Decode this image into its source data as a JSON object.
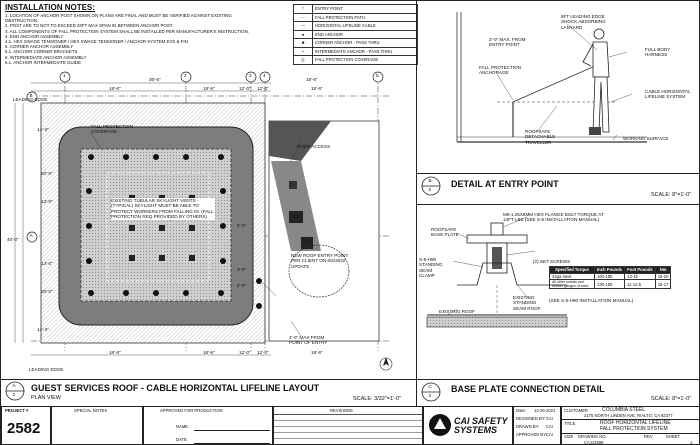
{
  "installation_notes": {
    "title": "INSTALLATION NOTES:",
    "items": [
      "1.   LOCATION OF ANCHOR POST SHOWN ON PLANS ARE FINAL AND MUST BE VERIFIED AGAINST EXISTING",
      "      OBSTRUCTION.",
      "2.   POST ARE TO NOT TO EXCEED 33FT MAX SPAN IN BETWEEN ANCHOR POST.",
      "3.   ALL COMPONENTS OF FALL PROTECTION SYSTEM SHALL BE INSTALLED PER MANUFACTURER'S INSTRUCTION.",
      "4.   END ANCHOR ASSEMBLY",
      "4.1.    HEX SWAGE TENSIONER / HEX SWAGE TENSIONER / ANCHOR SYSTEM EYE & FIN",
      "5.   CORNER ANCHOR ASSEMBLY",
      "5.1.      ANCHOR CORNER BRACKETS",
      "6.   INTERMEDIATE ANCHOR ASSEMBLY",
      "6.1.      ANCHOR INTERMEDIATE GUIDE"
    ]
  },
  "legend": {
    "entries": [
      {
        "symbol": "*",
        "label": "ENTRY POINT"
      },
      {
        "symbol": "- - -",
        "label": "FALL PROTECTION PATH"
      },
      {
        "symbol": "—",
        "label": "HORIZONTAL LIFELINE CABLE"
      },
      {
        "symbol": "●",
        "label": "END ANCHOR"
      },
      {
        "symbol": "■",
        "label": "CORNER ANCHOR - PASS THRU"
      },
      {
        "symbol": "▪",
        "label": "INTERMEDIATE ANCHOR - PASS THRU"
      },
      {
        "symbol": "▒",
        "label": "FALL PROTECTION COVERAGE"
      }
    ]
  },
  "plan": {
    "grid_top": [
      "1",
      "2",
      "3",
      "4",
      "5"
    ],
    "grid_left": [
      "A",
      "B"
    ],
    "dims_top_row1": [
      "36'-6\"",
      "18'-6\""
    ],
    "dims_top_row2": [
      "18'-6\"",
      "18'-6\"",
      "12'-0\"",
      "12'-0\"",
      "18'-6\""
    ],
    "dims_bottom": [
      "18'-6\"",
      "18'-6\"",
      "12'-0\"",
      "12'-0\"",
      "18'-6\""
    ],
    "dims_left": [
      "14'-3\"",
      "20'-0\"",
      "13'-0\"",
      "13'-0\"",
      "20'-0\"",
      "14'-3\""
    ],
    "overall_left": "40'-0\"",
    "leading_edge_top": "LEADING EDGE",
    "leading_edge_bottom": "LEADING EDGE",
    "coverage_label": "FALL PROTECTION COVERAGE",
    "skylight_note": "EXISTING TUBULAR SKYLIGHT VENTS - (TYPICAL) SKYLIGHT MUST BE ABLE TO PROTECT WORKERS FROM FALLING IN. (FALL PROTECTION REQ PROVIDED BY OTHERS)",
    "roof_access": "ROOF ACCESS",
    "new_entry": "NEW ROOF ENTRY POINT PER CLIENT ON 8/2/2022 UPDATE",
    "max_dim": "2'-0\" MAX FROM POINT OF ENTRY",
    "right_dims": [
      "5'-0\"",
      "3'-0\"",
      "4'-0\""
    ]
  },
  "detail_b": {
    "labels": [
      "6FT LEADING EDGE SHOCK ABSORBING LANYARD",
      "2'-0\" MAX. FROM ENTRY POINT",
      "FALL PROTECTION ANCHORAGE",
      "FULL BODY HARNESS",
      "CABLE HORIZONTAL LIFELINE SYSTEM",
      "ROOFSAFE DETACHABLE TRAVELLER",
      "WORKING SURFACE"
    ],
    "bubble_letter": "B",
    "bubble_num": "2",
    "title": "DETAIL AT ENTRY POINT",
    "scale": "SCALE: 8\"=1'-0\""
  },
  "detail_c": {
    "labels": [
      "M8-1.25X6MM HEX FLANGE BOLT TORQUE AT 13FT LBS (SEE S-5 INSTALLATION MANUAL)",
      "ROOFSAFE BASE PLATE",
      "(2) SET SCREWS",
      "S-5-H90 STANDING SEAM CLAMP",
      "EXISTING STANDING SEAM ROOF",
      "EXISTING ROOF",
      "(SEE S-5-H90 INSTALLATION MANUAL)"
    ],
    "table": {
      "headers": [
        "Specified Torque",
        "Inch Pounds",
        "Foot Pounds",
        "Nm"
      ],
      "rows": [
        [
          "22ga steel",
          "160-180",
          "13-15",
          "18-20"
        ],
        [
          "All other metals and thinner gauges of steel",
          "130-150",
          "11-12.5",
          "15-17"
        ]
      ]
    },
    "bubble_letter": "C",
    "bubble_num": "3",
    "title": "BASE PLATE CONNECTION DETAIL",
    "scale": "SCALE: 8\"=1'-0\""
  },
  "plan_title": {
    "bubble_letter": "A",
    "bubble_num": "2",
    "title": "GUEST SERVICES ROOF - CABLE HORIZONTAL LIFELINE LAYOUT",
    "subtitle": "PLAN VIEW",
    "scale": "SCALE: 3/32\"=1'-0\""
  },
  "title_block": {
    "project_label": "PROJECT #",
    "project_number": "2582",
    "special_notes": "SPECIAL NOTES",
    "approved": "APPROVED FOR PRODUCTION",
    "name_label": "NAME",
    "date_label": "DATE",
    "revisions": "REVISIONS",
    "logo_text": "CAI SAFETY SYSTEMS",
    "date_label2": "Date:",
    "date_value": "12-26-2021",
    "designed_by_label": "DESIGNED BY:",
    "designed_by": "CAI",
    "drawn_by_label": "DRAWN BY:",
    "drawn_by": "CAI",
    "approved_by_label": "APPROVED BY:",
    "approved_by": "CAI",
    "customer_label": "CUSTOMER",
    "customer": "COLUMBIA STEEL",
    "address": "2175 NORTH LINDEN AVE, RIALTO, CA 92377",
    "title_label": "TITLE",
    "title_l1": "ROOF HORIZONTAL LIFELINE",
    "title_l2": "FALL PROTECTION SYSTEM",
    "size_label": "SIZE",
    "drawing_label": "DRAWING NO.",
    "drawing_no": "CA112589",
    "rev_label": "REV",
    "sheet_label": "SHEET",
    "sheet_no": "1"
  }
}
